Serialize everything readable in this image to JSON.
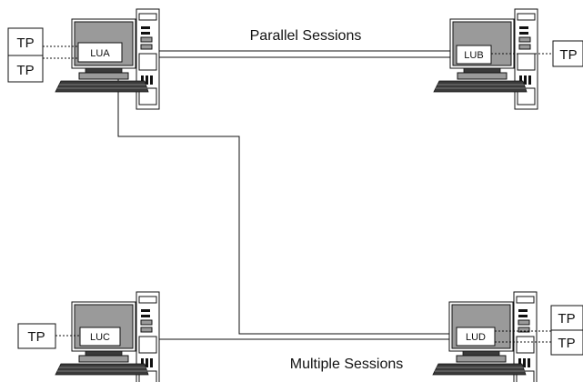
{
  "diagram": {
    "captions": {
      "parallel": "Parallel Sessions",
      "multiple": "Multiple Sessions"
    },
    "nodes": [
      {
        "id": "lua",
        "label": "LUA"
      },
      {
        "id": "lub",
        "label": "LUB"
      },
      {
        "id": "luc",
        "label": "LUC"
      },
      {
        "id": "lud",
        "label": "LUD"
      }
    ],
    "tp_label": "TP",
    "tp_boxes": [
      {
        "attached_to": "LUA"
      },
      {
        "attached_to": "LUA"
      },
      {
        "attached_to": "LUB"
      },
      {
        "attached_to": "LUC"
      },
      {
        "attached_to": "LUD"
      },
      {
        "attached_to": "LUD"
      }
    ],
    "connections": [
      {
        "from": "LUA",
        "to": "LUB",
        "type": "parallel-session",
        "count": 2
      },
      {
        "from": "LUA",
        "to": "LUD",
        "type": "session",
        "count": 1
      },
      {
        "from": "LUC",
        "to": "LUD",
        "type": "multiple-session",
        "count": 1
      }
    ]
  }
}
